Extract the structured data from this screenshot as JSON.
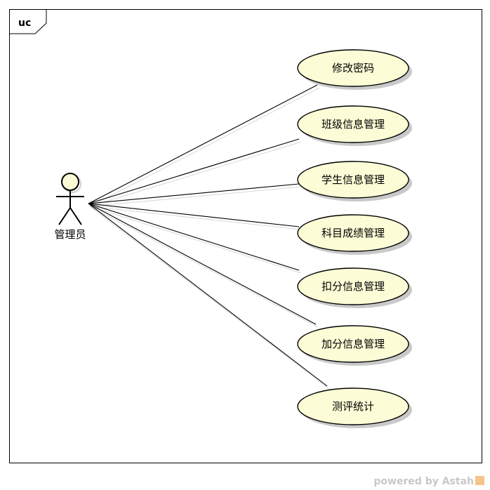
{
  "frame": {
    "label": "uc"
  },
  "actor": {
    "name": "管理员"
  },
  "use_cases": [
    {
      "label": "修改密码"
    },
    {
      "label": "班级信息管理"
    },
    {
      "label": "学生信息管理"
    },
    {
      "label": "科目成绩管理"
    },
    {
      "label": "扣分信息管理"
    },
    {
      "label": "加分信息管理"
    },
    {
      "label": "测评统计"
    }
  ],
  "footer": {
    "text": "powered by Astah"
  },
  "colors": {
    "usecase_fill": "#fcfcd6",
    "stroke": "#000000"
  }
}
